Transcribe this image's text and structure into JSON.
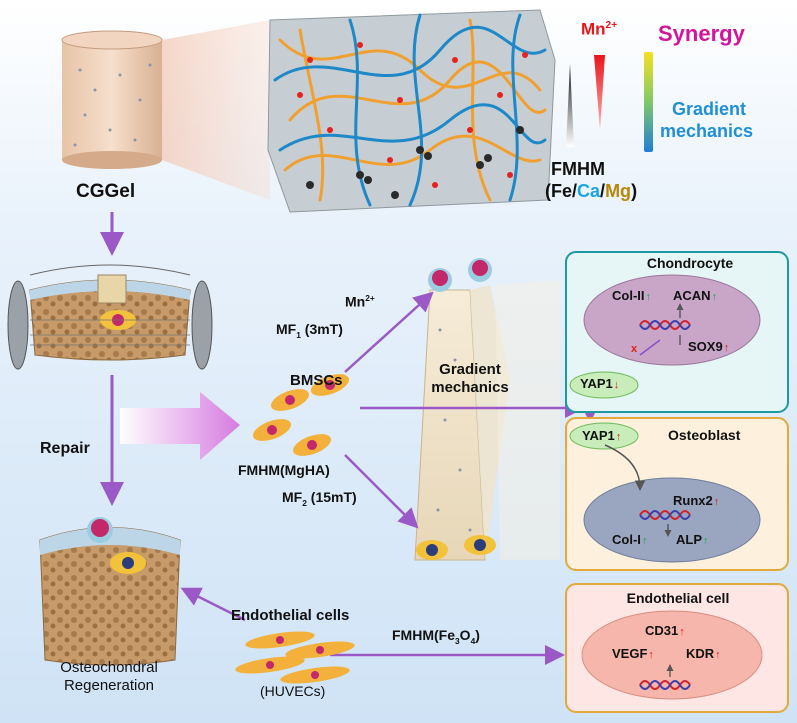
{
  "top": {
    "cggel_label": "CGGel",
    "mn_label": "Mn",
    "mn_sup": "2+",
    "synergy_label": "Synergy",
    "gradient_line1": "Gradient",
    "gradient_line2": "mechanics",
    "fmhm_label": "FMHM",
    "fe": "Fe",
    "ca": "Ca",
    "mg": "Mg"
  },
  "left": {
    "repair_label": "Repair",
    "regen_line1": "Osteochondral",
    "regen_line2": "Regeneration"
  },
  "middle": {
    "mn_label": "Mn",
    "mn_sup": "2+",
    "mf1_label": "MF",
    "mf1_sub": "1",
    "mf1_value": "(3mT)",
    "bmscs_label": "BMSCs",
    "gradient_line1": "Gradient",
    "gradient_line2": "mechanics",
    "fmhm_mgha": "FMHM(MgHA)",
    "mf2_label": "MF",
    "mf2_sub": "2",
    "mf2_value": "(15mT)",
    "endo_label": "Endothelial cells",
    "huvecs_label": "(HUVECs)",
    "fmhm_fe3o4_a": "FMHM(Fe",
    "fmhm_fe3o4_sub": "3",
    "fmhm_fe3o4_b": "O",
    "fmhm_fe3o4_sub2": "4",
    "fmhm_fe3o4_c": ")"
  },
  "chondro": {
    "title": "Chondrocyte",
    "col2": "Col-II",
    "acan": "ACAN",
    "sox9": "SOX9",
    "x_mark": "x",
    "yap1": "YAP1"
  },
  "osteo": {
    "title": "Osteoblast",
    "yap1": "YAP1",
    "runx2": "Runx2",
    "col1": "Col-I",
    "alp": "ALP"
  },
  "endo": {
    "title": "Endothelial cell",
    "cd31": "CD31",
    "vegf": "VEGF",
    "kdr": "KDR"
  },
  "colors": {
    "synergy": "#d3159b",
    "mn": "#e8151b",
    "gradient": "#1f8fd6",
    "fe": "#111111",
    "ca": "#1aa6e0",
    "mg": "#b8860b",
    "chondro_panel_border": "#1d9aa0",
    "osteo_panel_border": "#e3a93a",
    "endo_panel_border": "#e3a93a",
    "arrow_purple": "#9b59c7",
    "up_green": "#1fa84a",
    "up_red": "#e0201b"
  },
  "icons": [
    "hydrogel-cylinder-icon",
    "fiber-network-icon",
    "bone-block-icon",
    "magnet-icon",
    "bmsc-cell-icon",
    "gradient-scaffold-icon",
    "dna-helix-icon",
    "endothelial-cell-icon"
  ]
}
